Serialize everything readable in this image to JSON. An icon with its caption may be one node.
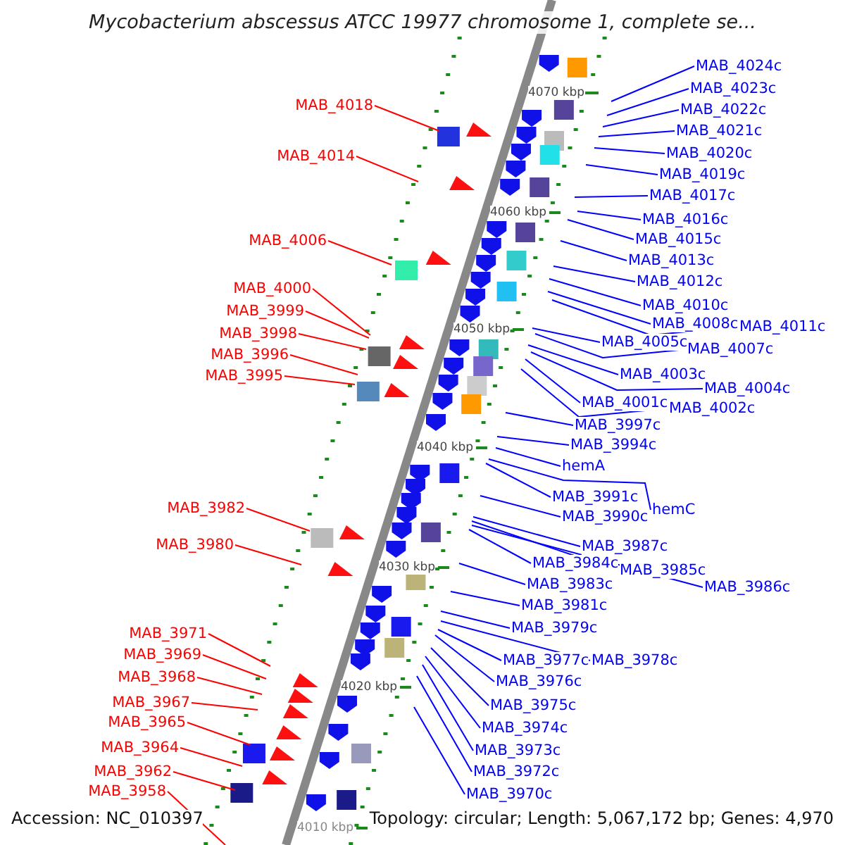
{
  "diagram": {
    "title": "Mycobacterium abscessus ATCC 19977 chromosome 1, complete se...",
    "nodes": [
      {
        "text": [
          "MAB_4018"
        ]
      },
      {
        "text": [
          "MAB_4014"
        ]
      },
      {
        "text": [
          "MAB_4006"
        ]
      },
      {
        "text": [
          "MAB_4000"
        ]
      },
      {
        "text": [
          "MAB_3999"
        ]
      },
      {
        "text": [
          "MAB_3998"
        ]
      },
      {
        "text": [
          "MAB_3996"
        ]
      },
      {
        "text": [
          "MAB_3995"
        ]
      },
      {
        "text": [
          "MAB_3982"
        ]
      },
      {
        "text": [
          "MAB_3980"
        ]
      },
      {
        "text": [
          "MAB_3971"
        ]
      },
      {
        "text": [
          "MAB_3969"
        ]
      },
      {
        "text": [
          "MAB_3968"
        ]
      },
      {
        "text": [
          "MAB_3967"
        ]
      },
      {
        "text": [
          "MAB_3965"
        ]
      },
      {
        "text": [
          "MAB_3964"
        ]
      },
      {
        "text": [
          "MAB_3962"
        ]
      },
      {
        "text": [
          "MAB_3958"
        ]
      },
      {
        "text": [
          "MAB_4024c"
        ]
      },
      {
        "text": [
          "MAB_4023c"
        ]
      },
      {
        "text": [
          "MAB_4022c"
        ]
      },
      {
        "text": [
          "MAB_4021c"
        ]
      },
      {
        "text": [
          "MAB_4020c"
        ]
      },
      {
        "text": [
          "MAB_4019c"
        ]
      },
      {
        "text": [
          "MAB_4017c"
        ]
      },
      {
        "text": [
          "MAB_4016c"
        ]
      },
      {
        "text": [
          "MAB_4015c"
        ]
      },
      {
        "text": [
          "MAB_4013c"
        ]
      },
      {
        "text": [
          "MAB_4012c"
        ]
      },
      {
        "text": [
          "MAB_4010c"
        ]
      },
      {
        "text": [
          "MAB_4008c"
        ]
      },
      {
        "text": [
          "MAB_4011c"
        ]
      },
      {
        "text": [
          "MAB_4005c"
        ]
      },
      {
        "text": [
          "MAB_4007c"
        ]
      },
      {
        "text": [
          "MAB_4003c"
        ]
      },
      {
        "text": [
          "MAB_4004c"
        ]
      },
      {
        "text": [
          "MAB_4001c"
        ]
      },
      {
        "text": [
          "MAB_4002c"
        ]
      },
      {
        "text": [
          "MAB_3997c"
        ]
      },
      {
        "text": [
          "MAB_3994c"
        ]
      },
      {
        "text": [
          "hemA"
        ]
      },
      {
        "text": [
          "MAB_3991c"
        ]
      },
      {
        "text": [
          "hemC"
        ]
      },
      {
        "text": [
          "MAB_3990c"
        ]
      },
      {
        "text": [
          "MAB_3987c"
        ]
      },
      {
        "text": [
          "MAB_3984c"
        ]
      },
      {
        "text": [
          "MAB_3985c"
        ]
      },
      {
        "text": [
          "MAB_3986c"
        ]
      },
      {
        "text": [
          "MAB_3983c"
        ]
      },
      {
        "text": [
          "MAB_3981c"
        ]
      },
      {
        "text": [
          "MAB_3979c"
        ]
      },
      {
        "text": [
          "MAB_3977c"
        ]
      },
      {
        "text": [
          "MAB_3978c"
        ]
      },
      {
        "text": [
          "MAB_3976c"
        ]
      },
      {
        "text": [
          "MAB_3975c"
        ]
      },
      {
        "text": [
          "MAB_3974c"
        ]
      },
      {
        "text": [
          "MAB_3973c"
        ]
      },
      {
        "text": [
          "MAB_3972c"
        ]
      },
      {
        "text": [
          "MAB_3970c"
        ]
      }
    ],
    "edges": [
      {
        "from": 0,
        "to": null,
        "arrow": "none",
        "color": "#ff0000"
      },
      {
        "from": 1,
        "to": null,
        "arrow": "none",
        "color": "#ff0000"
      },
      {
        "from": 2,
        "to": null,
        "arrow": "none",
        "color": "#ff0000"
      },
      {
        "from": 3,
        "to": null,
        "arrow": "none",
        "color": "#ff0000"
      },
      {
        "from": 4,
        "to": null,
        "arrow": "none",
        "color": "#ff0000"
      },
      {
        "from": 5,
        "to": null,
        "arrow": "none",
        "color": "#ff0000"
      },
      {
        "from": 6,
        "to": null,
        "arrow": "none",
        "color": "#ff0000"
      },
      {
        "from": 7,
        "to": null,
        "arrow": "none",
        "color": "#ff0000"
      },
      {
        "from": 8,
        "to": null,
        "arrow": "none",
        "color": "#ff0000"
      },
      {
        "from": 9,
        "to": null,
        "arrow": "none",
        "color": "#ff0000"
      },
      {
        "from": 10,
        "to": null,
        "arrow": "none",
        "color": "#ff0000"
      },
      {
        "from": 11,
        "to": null,
        "arrow": "none",
        "color": "#ff0000"
      },
      {
        "from": 12,
        "to": null,
        "arrow": "none",
        "color": "#ff0000"
      },
      {
        "from": 13,
        "to": null,
        "arrow": "none",
        "color": "#ff0000"
      },
      {
        "from": 14,
        "to": null,
        "arrow": "none",
        "color": "#ff0000"
      },
      {
        "from": 15,
        "to": null,
        "arrow": "none",
        "color": "#ff0000"
      },
      {
        "from": 16,
        "to": null,
        "arrow": "none",
        "color": "#ff0000"
      },
      {
        "from": 17,
        "to": null,
        "arrow": "none",
        "color": "#ff0000"
      },
      {
        "from": 18,
        "to": null,
        "arrow": "none"
      },
      {
        "from": 19,
        "to": null,
        "arrow": "none"
      },
      {
        "from": 20,
        "to": null,
        "arrow": "none"
      },
      {
        "from": 21,
        "to": null,
        "arrow": "none"
      },
      {
        "from": 22,
        "to": null,
        "arrow": "none"
      },
      {
        "from": 23,
        "to": null,
        "arrow": "none"
      },
      {
        "from": 24,
        "to": null,
        "arrow": "none"
      },
      {
        "from": 25,
        "to": null,
        "arrow": "none"
      },
      {
        "from": 26,
        "to": null,
        "arrow": "none"
      },
      {
        "from": 27,
        "to": null,
        "arrow": "none"
      },
      {
        "from": 28,
        "to": null,
        "arrow": "none"
      },
      {
        "from": 29,
        "to": null,
        "arrow": "none"
      },
      {
        "from": 30,
        "to": null,
        "arrow": "none"
      },
      {
        "from": 31,
        "to": null,
        "arrow": "none"
      },
      {
        "from": 32,
        "to": null,
        "arrow": "none"
      },
      {
        "from": 33,
        "to": null,
        "arrow": "none"
      },
      {
        "from": 34,
        "to": null,
        "arrow": "none"
      },
      {
        "from": 35,
        "to": null,
        "arrow": "none"
      },
      {
        "from": 36,
        "to": null,
        "arrow": "none"
      },
      {
        "from": 37,
        "to": null,
        "arrow": "none"
      },
      {
        "from": 38,
        "to": null,
        "arrow": "none"
      },
      {
        "from": 39,
        "to": null,
        "arrow": "none"
      },
      {
        "from": 40,
        "to": null,
        "arrow": "none"
      },
      {
        "from": 41,
        "to": null,
        "arrow": "none"
      },
      {
        "from": 42,
        "to": null,
        "arrow": "none"
      },
      {
        "from": 43,
        "to": null,
        "arrow": "none"
      },
      {
        "from": 44,
        "to": null,
        "arrow": "none"
      },
      {
        "from": 45,
        "to": null,
        "arrow": "none"
      },
      {
        "from": 46,
        "to": null,
        "arrow": "none"
      },
      {
        "from": 47,
        "to": null,
        "arrow": "none"
      },
      {
        "from": 48,
        "to": null,
        "arrow": "none"
      },
      {
        "from": 49,
        "to": null,
        "arrow": "none"
      },
      {
        "from": 50,
        "to": null,
        "arrow": "none"
      },
      {
        "from": 51,
        "to": null,
        "arrow": "none"
      },
      {
        "from": 52,
        "to": null,
        "arrow": "none"
      },
      {
        "from": 53,
        "to": null,
        "arrow": "none"
      },
      {
        "from": 54,
        "to": null,
        "arrow": "none"
      },
      {
        "from": 55,
        "to": null,
        "arrow": "none"
      },
      {
        "from": 56,
        "to": null,
        "arrow": "none"
      },
      {
        "from": 57,
        "to": null,
        "arrow": "none"
      },
      {
        "from": 58,
        "to": null,
        "arrow": "none"
      }
    ],
    "labels": [
      "4070 kbp",
      "4060 kbp",
      "4050 kbp",
      "4040 kbp",
      "4030 kbp",
      "4020 kbp",
      "4010 kbp",
      "Accession: NC_010397",
      "Topology: circular; Length: 5,067,172 bp; Genes: 4,970"
    ]
  }
}
